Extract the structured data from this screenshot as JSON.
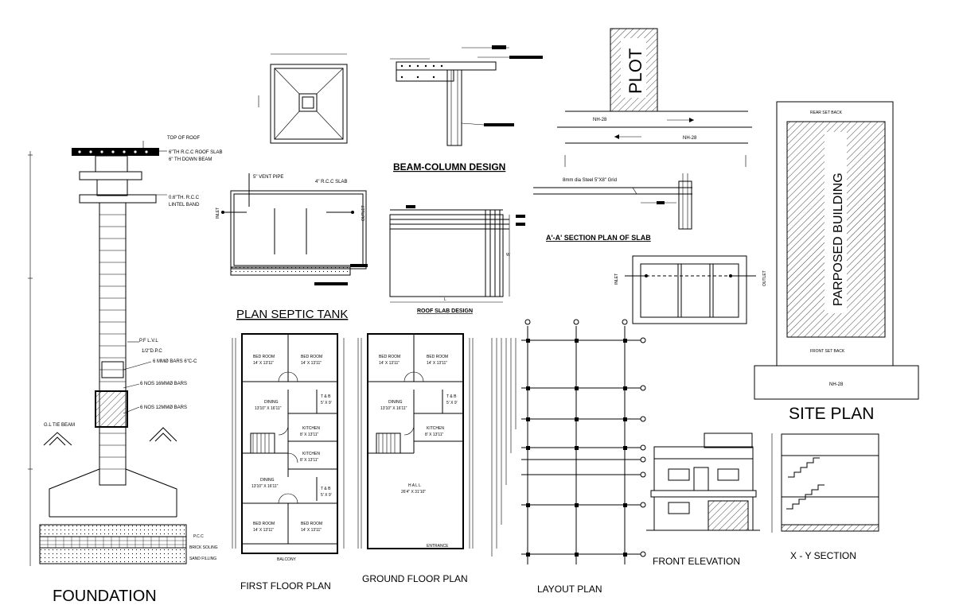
{
  "titles": {
    "foundation": "FOUNDATION",
    "plan_septic_tank": "PLAN SEPTIC TANK",
    "beam_column_design": "BEAM-COLUMN DESIGN",
    "section_plan_of_slab": "A'-A' SECTION PLAN OF SLAB",
    "roof_slab_design": "ROOF SLAB DESIGN",
    "first_floor_plan": "FIRST FLOOR PLAN",
    "ground_floor_plan": "GROUND FLOOR PLAN",
    "layout_plan": "LAYOUT PLAN",
    "front_elevation": "FRONT ELEVATION",
    "xy_section": "X - Y  SECTION",
    "site_plan": "SITE PLAN"
  },
  "foundation_labels": {
    "top_of_roof": "TOP OF ROOF",
    "roof_slab": "6\"TH R.C.C ROOF SLAB",
    "down_beam": "6\" TH DOWN BEAM",
    "lintel_1": "0.6\"TH. R.C.C",
    "lintel_2": "LINTEL BAND",
    "pfl": "P.F L.V.L",
    "dpc": "1/2\"D.P.C",
    "bars_1": "6 MMØ BARS 6\"C-C",
    "bars_2": "6 NOS 16MMØ BARS",
    "bars_3": "6 NOS 12MMØ BARS",
    "tie_beam": "G.L TIE BEAM",
    "pcc": "P.C.C",
    "brick_soling": "BRICK SOLING",
    "sand_filling": "SAND FILLING"
  },
  "septic": {
    "vent_pipe": "5\" VENT PIPE",
    "rcc_slab": "4\" R.C.C SLAB",
    "inlet": "INLET",
    "outlet": "OUTLET"
  },
  "slab": {
    "grid_note": "8mm dia Steel 5\"X8\" Grid",
    "w": "W",
    "l": "L"
  },
  "site": {
    "plot": "PLOT",
    "nh28_a": "NH-28",
    "nh28_b": "NH-28",
    "rear_set_back": "REAR SET BACK",
    "proposed_building": "PARPOSED BUILDING",
    "front_set_back": "FRONT SET BACK",
    "nh28_c": "NH-28"
  },
  "first_floor_rooms": {
    "bed1": "BED ROOM",
    "bed1_size": "14' X 13'11\"",
    "bed2": "BED ROOM",
    "bed2_size": "14' X 13'11\"",
    "dining1": "DINING",
    "dining1_size": "13'10\" X 16'11\"",
    "tb1": "T & B",
    "tb1_size": "5' X 9'",
    "kitchen1": "KITCHEN",
    "kitchen1_size": "8' X 13'11\"",
    "kitchen2": "KITCHEN",
    "kitchen2_size": "8' X 13'11\"",
    "dining2": "DINING",
    "dining2_size": "13'10\" X 16'11\"",
    "tb2": "T & B",
    "tb2_size": "5' X 9'",
    "bed3": "BED ROOM",
    "bed3_size": "14' X 13'11\"",
    "bed4": "BED ROOM",
    "bed4_size": "14' X 13'11\"",
    "balcony": "BALCONY"
  },
  "ground_floor_rooms": {
    "bed1": "BED ROOM",
    "bed1_size": "14' X 13'11\"",
    "bed2": "BED ROOM",
    "bed2_size": "14' X 13'11\"",
    "dining": "DINING",
    "dining_size": "13'10\" X 16'11\"",
    "tb": "T & B",
    "tb_size": "5' X 9'",
    "kitchen": "KITCHEN",
    "kitchen_size": "8' X 13'11\"",
    "hall": "H A L L",
    "hall_size": "26'4\" X 31'10\"",
    "entrance": "ENTRANCE"
  },
  "colors": {
    "ink": "#000000",
    "paper": "#ffffff",
    "hatch": "#444444"
  }
}
